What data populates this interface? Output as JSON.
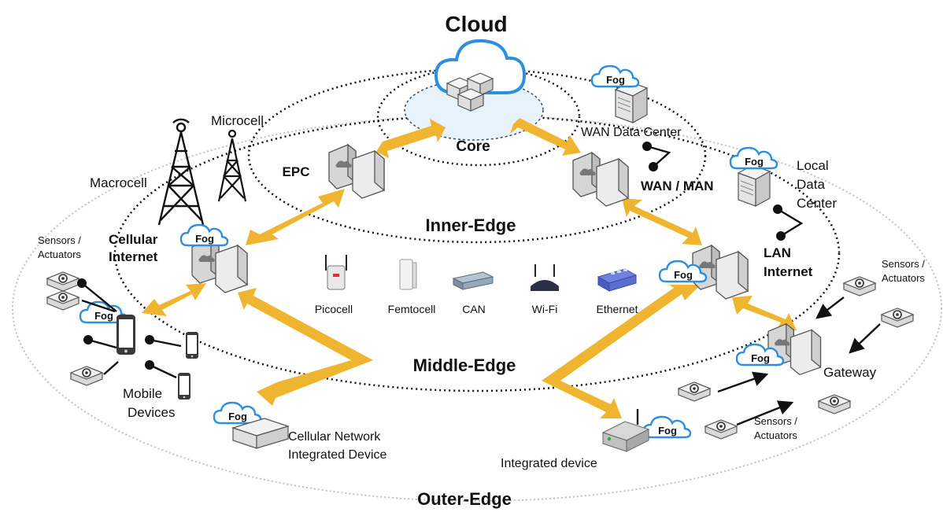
{
  "labels": {
    "cloud": "Cloud",
    "core": "Core",
    "epc": "EPC",
    "inner_edge": "Inner-Edge",
    "middle_edge": "Middle-Edge",
    "outer_edge": "Outer-Edge",
    "macrocell": "Macrocell",
    "microcell": "Microcell",
    "cellular_internet_1": "Cellular",
    "cellular_internet_2": "Internet",
    "wan_data_center": "WAN Data Center",
    "wan_man": "WAN / MAN",
    "local_dc_1": "Local",
    "local_dc_2": "Data",
    "local_dc_3": "Center",
    "lan_internet_1": "LAN",
    "lan_internet_2": "Internet",
    "sensors_left_1": "Sensors /",
    "sensors_left_2": "Actuators",
    "sensors_right_1": "Sensors /",
    "sensors_right_2": "Actuators",
    "sensors_bottom_1": "Sensors /",
    "sensors_bottom_2": "Actuators",
    "mobile_devices_1": "Mobile",
    "mobile_devices_2": "Devices",
    "cellular_device_1": "Cellular Network",
    "cellular_device_2": "Integrated Device",
    "integrated_device": "Integrated device",
    "gateway": "Gateway",
    "fog": "Fog"
  },
  "access_technologies": [
    "Picocell",
    "Femtocell",
    "CAN",
    "Wi-Fi",
    "Ethernet"
  ],
  "colors": {
    "arrow": "#f0b530",
    "cloud_stroke": "#2d8fe0",
    "core_fill": "#e8f2fb",
    "device_fill": "#e6e6e6",
    "device_stroke": "#555555"
  }
}
